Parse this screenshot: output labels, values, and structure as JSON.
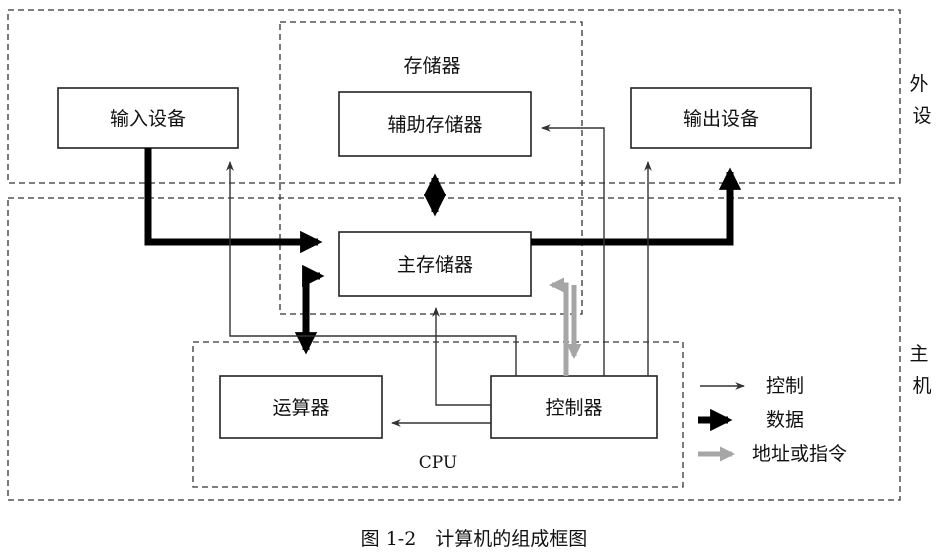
{
  "groups": {
    "storage_title": "存储器",
    "peripheral": "外设",
    "host": "主机",
    "cpu": "CPU"
  },
  "components": {
    "input_device": "输入设备",
    "auxiliary_storage": "辅助存储器",
    "output_device": "输出设备",
    "main_memory": "主存储器",
    "alu": "运算器",
    "controller": "控制器"
  },
  "legend": {
    "control": "控制",
    "data": "数据",
    "address": "地址或指令"
  },
  "caption": "图 1-2　计算机的组成框图",
  "colors": {
    "data_arrow": "#000000",
    "control_arrow": "#333333",
    "address_arrow": "#a6a6a6"
  }
}
